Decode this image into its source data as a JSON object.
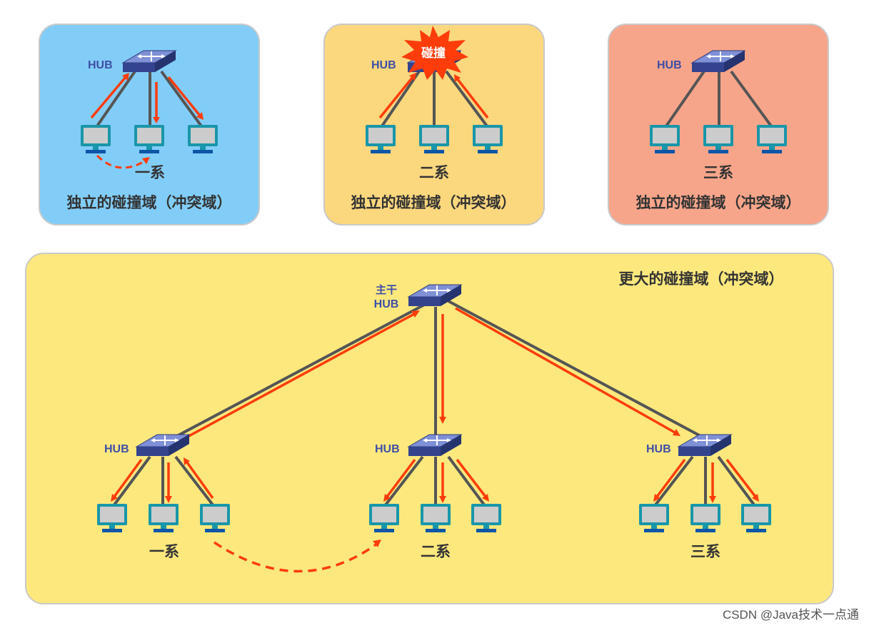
{
  "panels": {
    "p1": {
      "hub_label": "HUB",
      "dept_label": "一系",
      "caption": "独立的碰撞域（冲突域）",
      "color": "#82cdf8"
    },
    "p2": {
      "hub_label": "HUB",
      "dept_label": "二系",
      "caption": "独立的碰撞域（冲突域）",
      "collision_label": "碰撞",
      "color": "#fbd77e"
    },
    "p3": {
      "hub_label": "HUB",
      "dept_label": "三系",
      "caption": "独立的碰撞域（冲突域）",
      "color": "#f7a58a"
    }
  },
  "big": {
    "caption": "更大的碰撞域（冲突域）",
    "trunk_label_line1": "主干",
    "trunk_label_line2": "HUB",
    "groups": [
      {
        "hub_label": "HUB",
        "dept_label": "一系"
      },
      {
        "hub_label": "HUB",
        "dept_label": "二系"
      },
      {
        "hub_label": "HUB",
        "dept_label": "三系"
      }
    ],
    "color": "#fde87e"
  },
  "watermark": "CSDN @Java技术一点通",
  "colors": {
    "arrow": "#ff3c0a",
    "cable": "#555555",
    "hub": "#3a4f9f",
    "monitor_frame": "#1996a9",
    "monitor_screen": "#cccccc"
  }
}
